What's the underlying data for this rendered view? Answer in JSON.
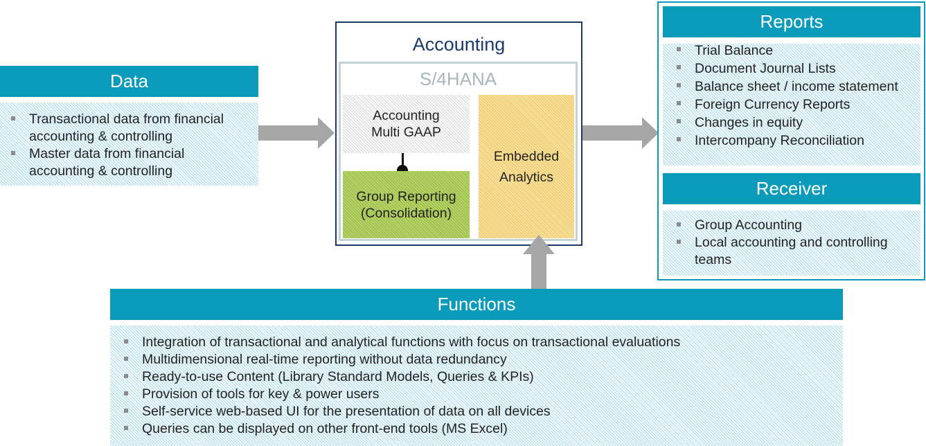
{
  "data_box": {
    "title": "Data",
    "items": [
      "Transactional data from financial accounting & controlling",
      "Master data from financial accounting & controlling"
    ]
  },
  "accounting_box": {
    "title": "Accounting",
    "s4hana_label": "S/4HANA",
    "multi_gaap": "Accounting Multi GAAP",
    "group_reporting": "Group Reporting (Consolidation)",
    "embedded_analytics": "Embedded Analytics"
  },
  "reports_box": {
    "title": "Reports",
    "items": [
      "Trial Balance",
      "Document Journal Lists",
      "Balance sheet / income statement",
      "Foreign Currency Reports",
      "Changes in equity",
      "Intercompany Reconciliation"
    ]
  },
  "receiver_box": {
    "title": "Receiver",
    "items": [
      "Group Accounting",
      "Local accounting and controlling teams"
    ]
  },
  "functions_box": {
    "title": "Functions",
    "items": [
      "Integration of transactional and analytical functions with focus on transactional evaluations",
      "Multidimensional real-time reporting without data redundancy",
      "Ready-to-use Content (Library Standard Models, Queries & KPIs)",
      "Provision of tools for key & power users",
      "Self-service web-based UI for the presentation of data on all devices",
      "Queries can be displayed on other front-end tools (MS Excel)"
    ]
  },
  "colors": {
    "teal_header": "#0a9bbb",
    "navy_border": "#1a3a6b",
    "arrow_gray": "#a6a6a6",
    "green_box": "#b7d46a",
    "yellow_box": "#f7e1a1"
  }
}
